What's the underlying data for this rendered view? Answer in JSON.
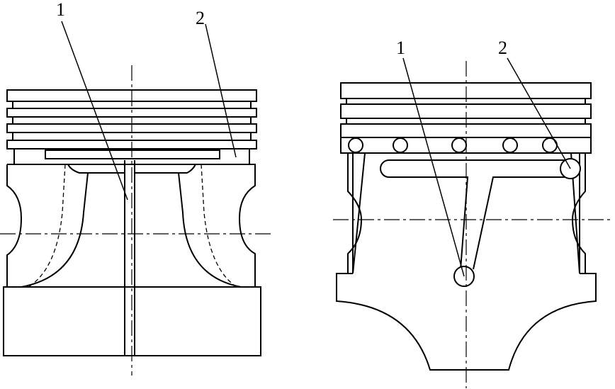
{
  "left_diagram": {
    "labels": [
      "1",
      "2"
    ]
  },
  "right_diagram": {
    "labels": [
      "1",
      "2"
    ]
  }
}
